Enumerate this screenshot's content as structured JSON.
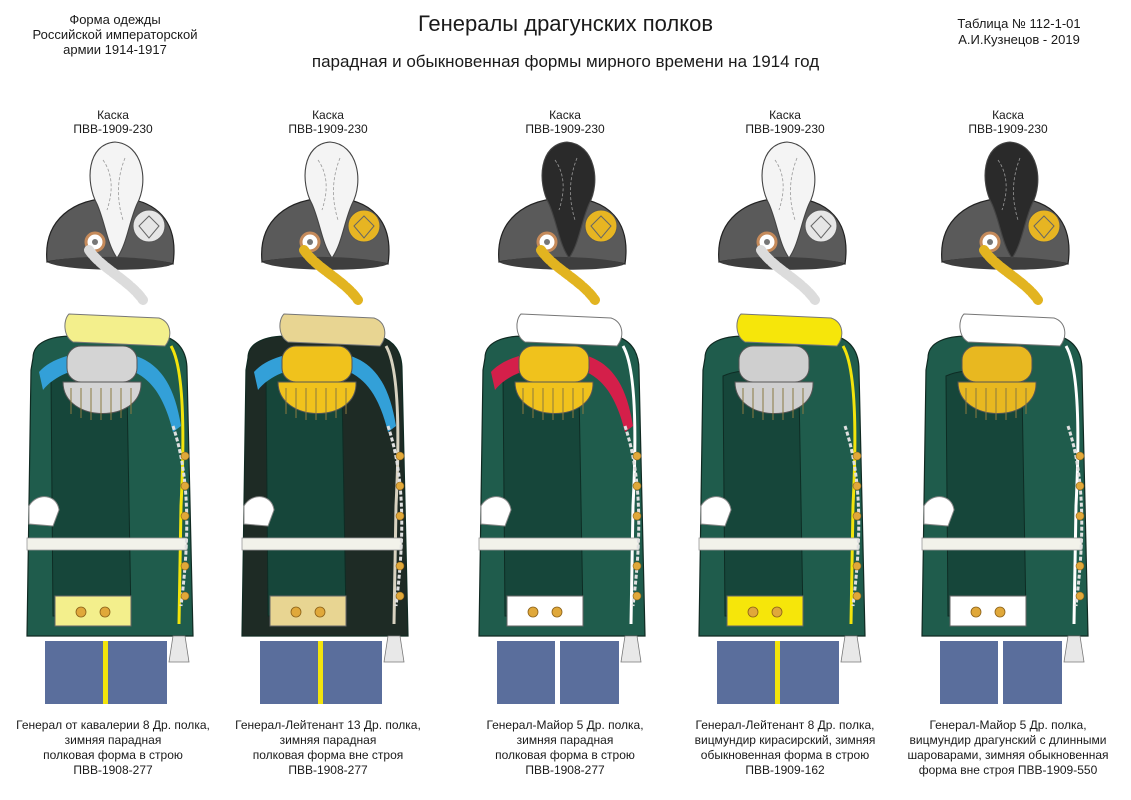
{
  "header": {
    "left_lines": [
      "Форма одежды",
      "Российской императорской",
      "армии  1914-1917"
    ],
    "title": "Генералы драгунских полков",
    "subtitle": "парадная и обыкновенная формы мирного времени на 1914 год",
    "right_lines": [
      "Таблица № 112-1-01",
      "А.И.Кузнецов - 2019"
    ]
  },
  "figures": [
    {
      "label_lines": [
        "Каска",
        "ПВВ-1909-230"
      ],
      "caption_lines": [
        "Генерал от кавалерии 8 Др. полка,",
        "зимняя парадная",
        "полковая форма в строю",
        "ПВВ-1908-277"
      ],
      "plume_color": "#f4f4f4",
      "chin_color": "#dcdcdc",
      "badge_color": "#e6e6e6",
      "tunic_color": "#1f5c4c",
      "collar_color": "#f3ef8c",
      "sash_color": "#33a0d8",
      "epaulette_color": "#d4d4d4",
      "trouser_color": "#5a6e9c",
      "stripe_color": "#f2e40c",
      "front_piping_color": "#f2e40c"
    },
    {
      "label_lines": [
        "Каска",
        "ПВВ-1909-230"
      ],
      "caption_lines": [
        "Генерал-Лейтенант 13 Др. полка,",
        "зимняя парадная",
        "полковая форма вне строя",
        "ПВВ-1908-277"
      ],
      "plume_color": "#f4f4f4",
      "chin_color": "#e2b420",
      "badge_color": "#e7b522",
      "tunic_color": "#1e2b25",
      "collar_color": "#e8d592",
      "sash_color": "#33a0d8",
      "epaulette_color": "#f0c21c",
      "trouser_color": "#5a6e9c",
      "stripe_color": "#f2e40c",
      "front_piping_color": "#d8d2c0"
    },
    {
      "label_lines": [
        "Каска",
        "ПВВ-1909-230"
      ],
      "caption_lines": [
        "Генерал-Майор 5 Др. полка,",
        "зимняя парадная",
        "полковая форма в строю",
        "ПВВ-1908-277"
      ],
      "plume_color": "#2a2a2a",
      "chin_color": "#e2b420",
      "badge_color": "#e7b522",
      "tunic_color": "#1f5c4c",
      "collar_color": "#ffffff",
      "sash_color": "#d41f4a",
      "epaulette_color": "#f0c21c",
      "trouser_color": "#5a6e9c",
      "stripe_color": "#ffffff",
      "front_piping_color": "#ffffff"
    },
    {
      "label_lines": [
        "Каска",
        "ПВВ-1909-230"
      ],
      "caption_lines": [
        "Генерал-Лейтенант 8 Др. полка,",
        "вицмундир кирасирский, зимняя",
        "обыкновенная форма в строю",
        "ПВВ-1909-162"
      ],
      "plume_color": "#f4f4f4",
      "chin_color": "#dcdcdc",
      "badge_color": "#e6e6e6",
      "tunic_color": "#1f5c4c",
      "collar_color": "#f6e60a",
      "sash_color": "",
      "epaulette_color": "#cfcfcf",
      "trouser_color": "#5a6e9c",
      "stripe_color": "#f2e40c",
      "front_piping_color": "#f2e40c"
    },
    {
      "label_lines": [
        "Каска",
        "ПВВ-1909-230"
      ],
      "caption_lines": [
        "Генерал-Майор 5 Др. полка,",
        "вицмундир драгунский с длинными",
        "шароварами, зимняя обыкновенная",
        "форма вне строя  ПВВ-1909-550"
      ],
      "plume_color": "#2a2a2a",
      "chin_color": "#e2b420",
      "badge_color": "#e7b522",
      "tunic_color": "#1f5c4c",
      "collar_color": "#ffffff",
      "sash_color": "",
      "epaulette_color": "#e8b820",
      "trouser_color": "#5a6e9c",
      "stripe_color": "#ffffff",
      "front_piping_color": "#ffffff"
    }
  ]
}
